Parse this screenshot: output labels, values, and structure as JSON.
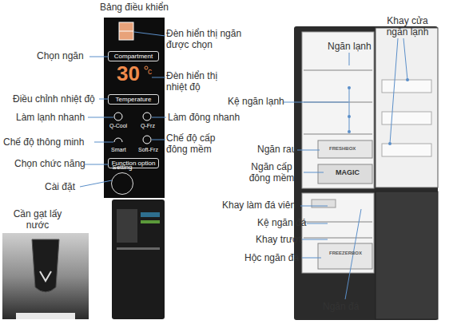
{
  "diagram": {
    "nodes": [
      {
        "text": [
          "Bảng điều khiển"
        ]
      },
      {
        "text": [
          "Compartment"
        ],
        "in": 0
      },
      {
        "text": [
          "Temperature"
        ],
        "in": 0
      },
      {
        "text": [
          "Function option"
        ],
        "in": 0
      },
      {
        "text": [
          "Setting"
        ],
        "in": 0
      }
    ],
    "labels": [
      "Đèn hiển thị ngăn được chọn",
      "Chọn ngăn",
      "30",
      "c",
      "Đèn hiển thị nhiệt độ",
      "Điều chỉnh nhiệt độ",
      "Q-Cool",
      "Q-Frz",
      "Làm lạnh nhanh",
      "Làm đông nhanh",
      "Smart",
      "Soft-Frz",
      "Chế độ thông minh",
      "Chế độ cấp đông mềm",
      "Chọn chức năng",
      "Cài đặt",
      "Cần gạt lấy nước",
      "Ngăn lạnh",
      "Khay cửa ngăn lạnh",
      "Kệ ngăn lạnh",
      "Ngăn rau",
      "FRESHBOX",
      "Ngăn cấp đông mềm",
      "MAGIC",
      "Khay làm đá viên",
      "Kệ ngăn đá",
      "Khay trượt",
      "Hộc ngăn đá",
      "FREEZERBOX",
      "Ngăn đá"
    ]
  }
}
